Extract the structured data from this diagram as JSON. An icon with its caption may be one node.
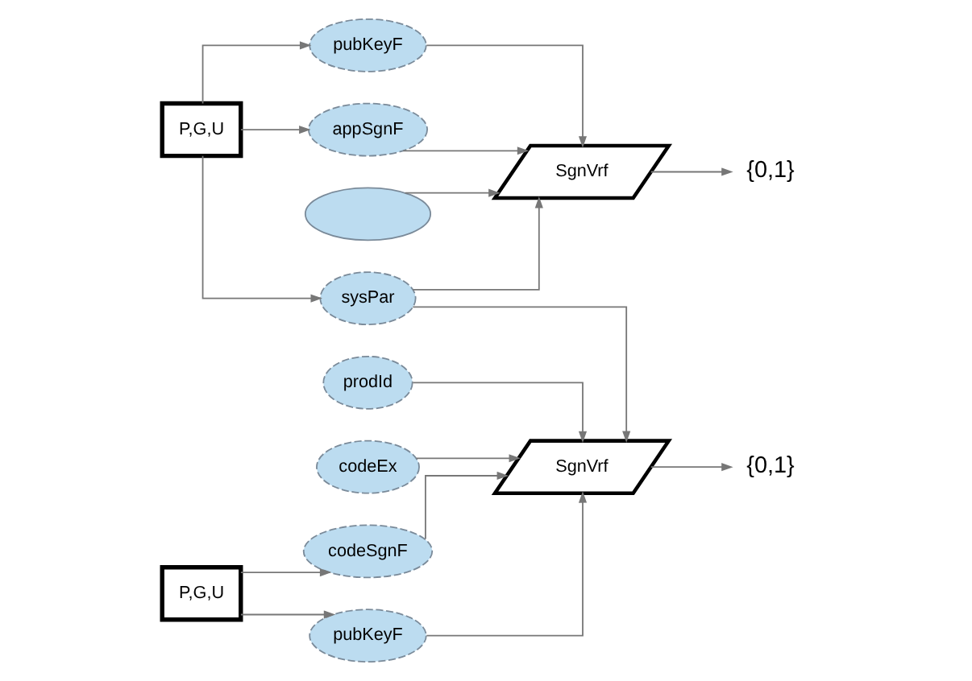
{
  "diagram": {
    "nodes": [
      {
        "text": [
          "P,G,U"
        ]
      },
      {
        "text": [
          "pubKeyF"
        ]
      },
      {
        "text": [
          "appSgnF"
        ]
      },
      {
        "text": [
          "sysPar"
        ]
      },
      {
        "text": [],
        "shape": "ellipse"
      },
      {
        "text": [
          "SgnVrf"
        ]
      },
      {
        "text": [
          "{0,1}"
        ]
      },
      {
        "text": [
          "prodId"
        ]
      },
      {
        "text": [
          "codeEx"
        ]
      },
      {
        "text": [
          "P,G,U"
        ]
      },
      {
        "text": [
          "codeSgnF"
        ]
      },
      {
        "text": [
          "pubKeyF"
        ]
      },
      {
        "text": [
          "SgnVrf"
        ]
      },
      {
        "text": [
          "{0,1}"
        ]
      }
    ],
    "edges": [
      {
        "from": 0,
        "to": 1,
        "arrow": "to"
      },
      {
        "from": 0,
        "to": 2,
        "arrow": "to"
      },
      {
        "from": 0,
        "to": 3,
        "arrow": "to"
      },
      {
        "from": 1,
        "to": 5,
        "arrow": "to"
      },
      {
        "from": 2,
        "to": 5,
        "arrow": "to"
      },
      {
        "from": 3,
        "to": 5,
        "arrow": "to"
      },
      {
        "from": 4,
        "to": 5,
        "arrow": "to"
      },
      {
        "from": 5,
        "to": 6,
        "arrow": "to"
      },
      {
        "from": 7,
        "to": 12,
        "arrow": "to"
      },
      {
        "from": 8,
        "to": 12,
        "arrow": "to"
      },
      {
        "from": 9,
        "to": 10,
        "arrow": "to"
      },
      {
        "from": 9,
        "to": 11,
        "arrow": "to"
      },
      {
        "from": 3,
        "to": 12,
        "arrow": "to"
      },
      {
        "from": 10,
        "to": 12,
        "arrow": "to"
      },
      {
        "from": 11,
        "to": 12,
        "arrow": "to"
      },
      {
        "from": 12,
        "to": 13,
        "arrow": "to"
      }
    ]
  }
}
